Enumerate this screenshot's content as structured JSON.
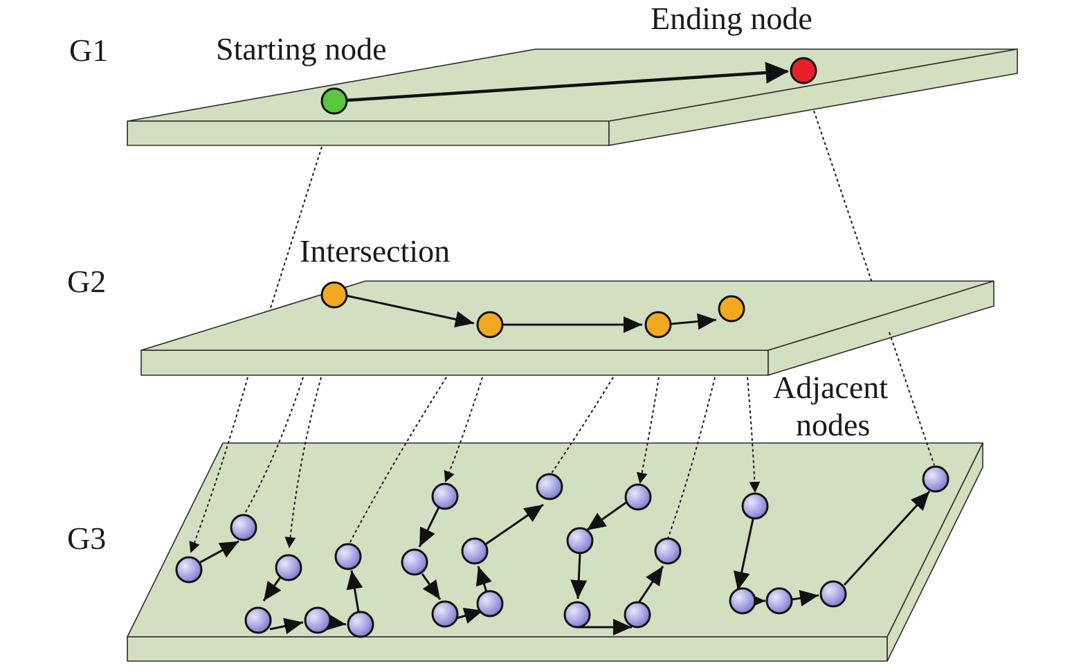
{
  "labels": {
    "g1": "G1",
    "g2": "G2",
    "g3": "G3",
    "starting_node": "Starting node",
    "ending_node": "Ending node",
    "intersection": "Intersection",
    "adjacent_nodes_line1": "Adjacent",
    "adjacent_nodes_line2": "nodes"
  },
  "colors": {
    "layer_fill": "#d3dfc1",
    "start_node": "#55c83c",
    "end_node": "#e8202c",
    "intersection_node": "#f2a91f",
    "adjacent_node": "#a9a7e6"
  },
  "icons": {
    "start": "green-circle-node",
    "end": "red-circle-node",
    "intersection": "orange-circle-node",
    "adjacent": "lavender-sphere-node"
  }
}
